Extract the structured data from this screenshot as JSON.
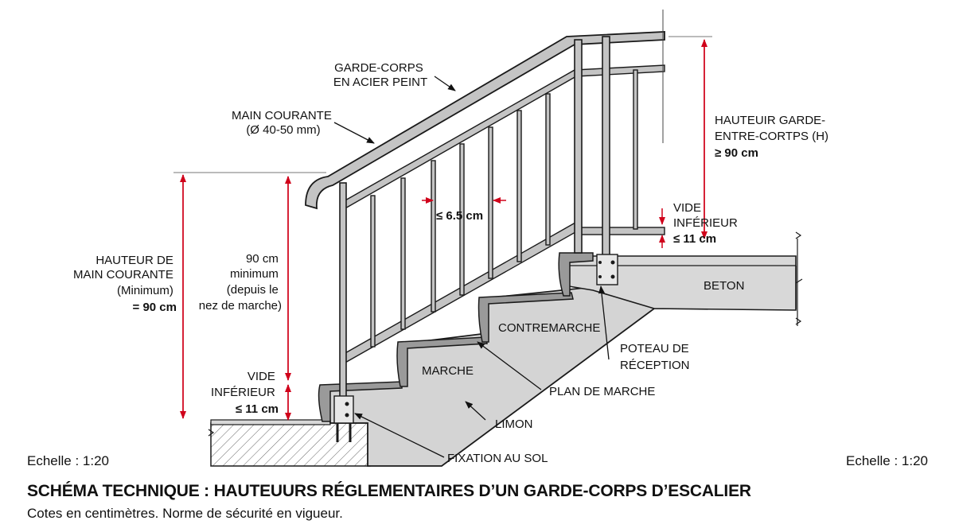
{
  "labels": {
    "garde_corps": [
      "GARDE-CORPS",
      "EN ACIER PEINT"
    ],
    "main_courante": [
      "MAIN COURANTE",
      "(Ø 40-50 mm)"
    ],
    "hauteur_garde": [
      "HAUTEUIR GARDE-",
      "ENTRE-CORTPS (H)",
      "≥ 90 cm"
    ],
    "vide_inferieur_right": [
      "VIDE",
      "INFÉRIEUR",
      "≤ 11 cm"
    ],
    "espacement": "≤ 6.5 cm",
    "hauteur_main_courante": [
      "HAUTEUR DE",
      "MAIN COURANTE",
      "(Minimum)",
      "= 90 cm"
    ],
    "minimum_90": [
      "90 cm",
      "minimum",
      "(depuis le",
      "nez de marche)"
    ],
    "vide_inferieur_left": [
      "VIDE",
      "INFÉRIEUR",
      "≤ 11 cm"
    ],
    "beton": "BETON",
    "contremarche": "CONTREMARCHE",
    "marche": "MARCHE",
    "poteau": [
      "POTEAU DE",
      "RÉCEPTION"
    ],
    "plan_de_marche": "PLAN DE MARCHE",
    "limon": "LIMON",
    "fixation": "FIXATION AU SOL"
  },
  "footer": {
    "scale_left": "Echelle : 1:20",
    "scale_right": "Echelle : 1:20",
    "title": "SCHÉMA TECHNIQUE : HAUTEUURS RÉGLEMENTAIRES D’UN GARDE-CORPS D’ESCALIER",
    "subtitle": "Cotes en centimètres. Norme de sécurité en vigueur."
  },
  "colors": {
    "dimension": "#d0021b",
    "concrete": "#d8d8d8",
    "steel": "#c4c4c4",
    "line": "#1a1a1a"
  }
}
